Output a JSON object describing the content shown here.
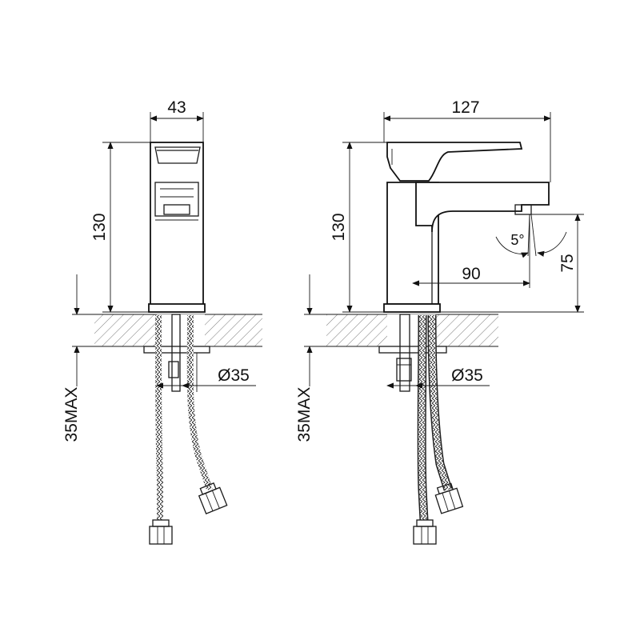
{
  "front_view": {
    "width_dim": "43",
    "height_dim": "130",
    "deck_dim": "35MAX",
    "hole_dim": "Ø35"
  },
  "side_view": {
    "length_dim": "127",
    "height_dim": "130",
    "deck_dim": "35MAX",
    "hole_dim": "Ø35",
    "spout_dim": "90",
    "spout_height_dim": "75",
    "angle_dim": "5°"
  }
}
